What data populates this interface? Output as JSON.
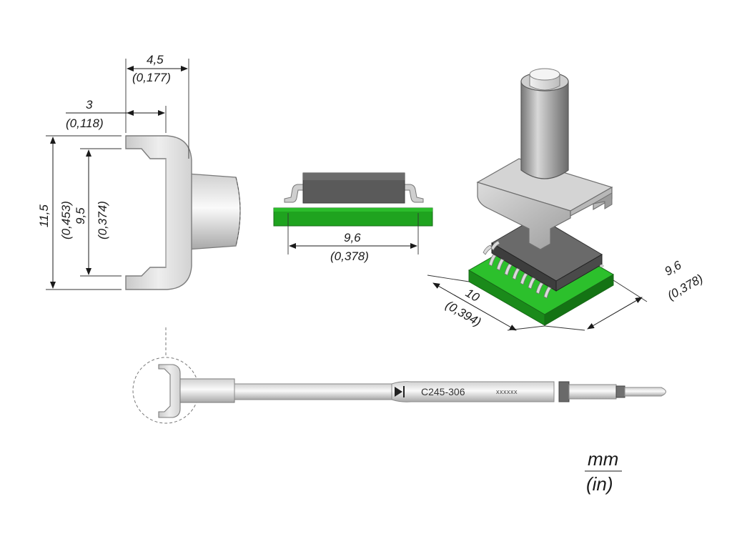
{
  "dimensions": {
    "top_width": {
      "mm": "4,5",
      "in": "(0,177)"
    },
    "inner_width": {
      "mm": "3",
      "in": "(0,118)"
    },
    "outer_height": {
      "mm": "11,5",
      "in": "(0,453)"
    },
    "inner_height": {
      "mm": "9,5",
      "in": "(0,374)"
    },
    "side_span": {
      "mm": "9,6",
      "in": "(0,378)"
    },
    "iso_depth": {
      "mm": "10",
      "in": "(0,394)"
    },
    "iso_width": {
      "mm": "9,6",
      "in": "(0,378)"
    }
  },
  "tool": {
    "part_number": "C245-306",
    "serial": "xxxxxx"
  },
  "units": {
    "primary": "mm",
    "secondary": "(in)"
  },
  "colors": {
    "pcb_green": "#1fa31f",
    "chip_gray": "#555555",
    "metal_light": "#e4e4e4",
    "metal_dark": "#9a9a9a"
  }
}
